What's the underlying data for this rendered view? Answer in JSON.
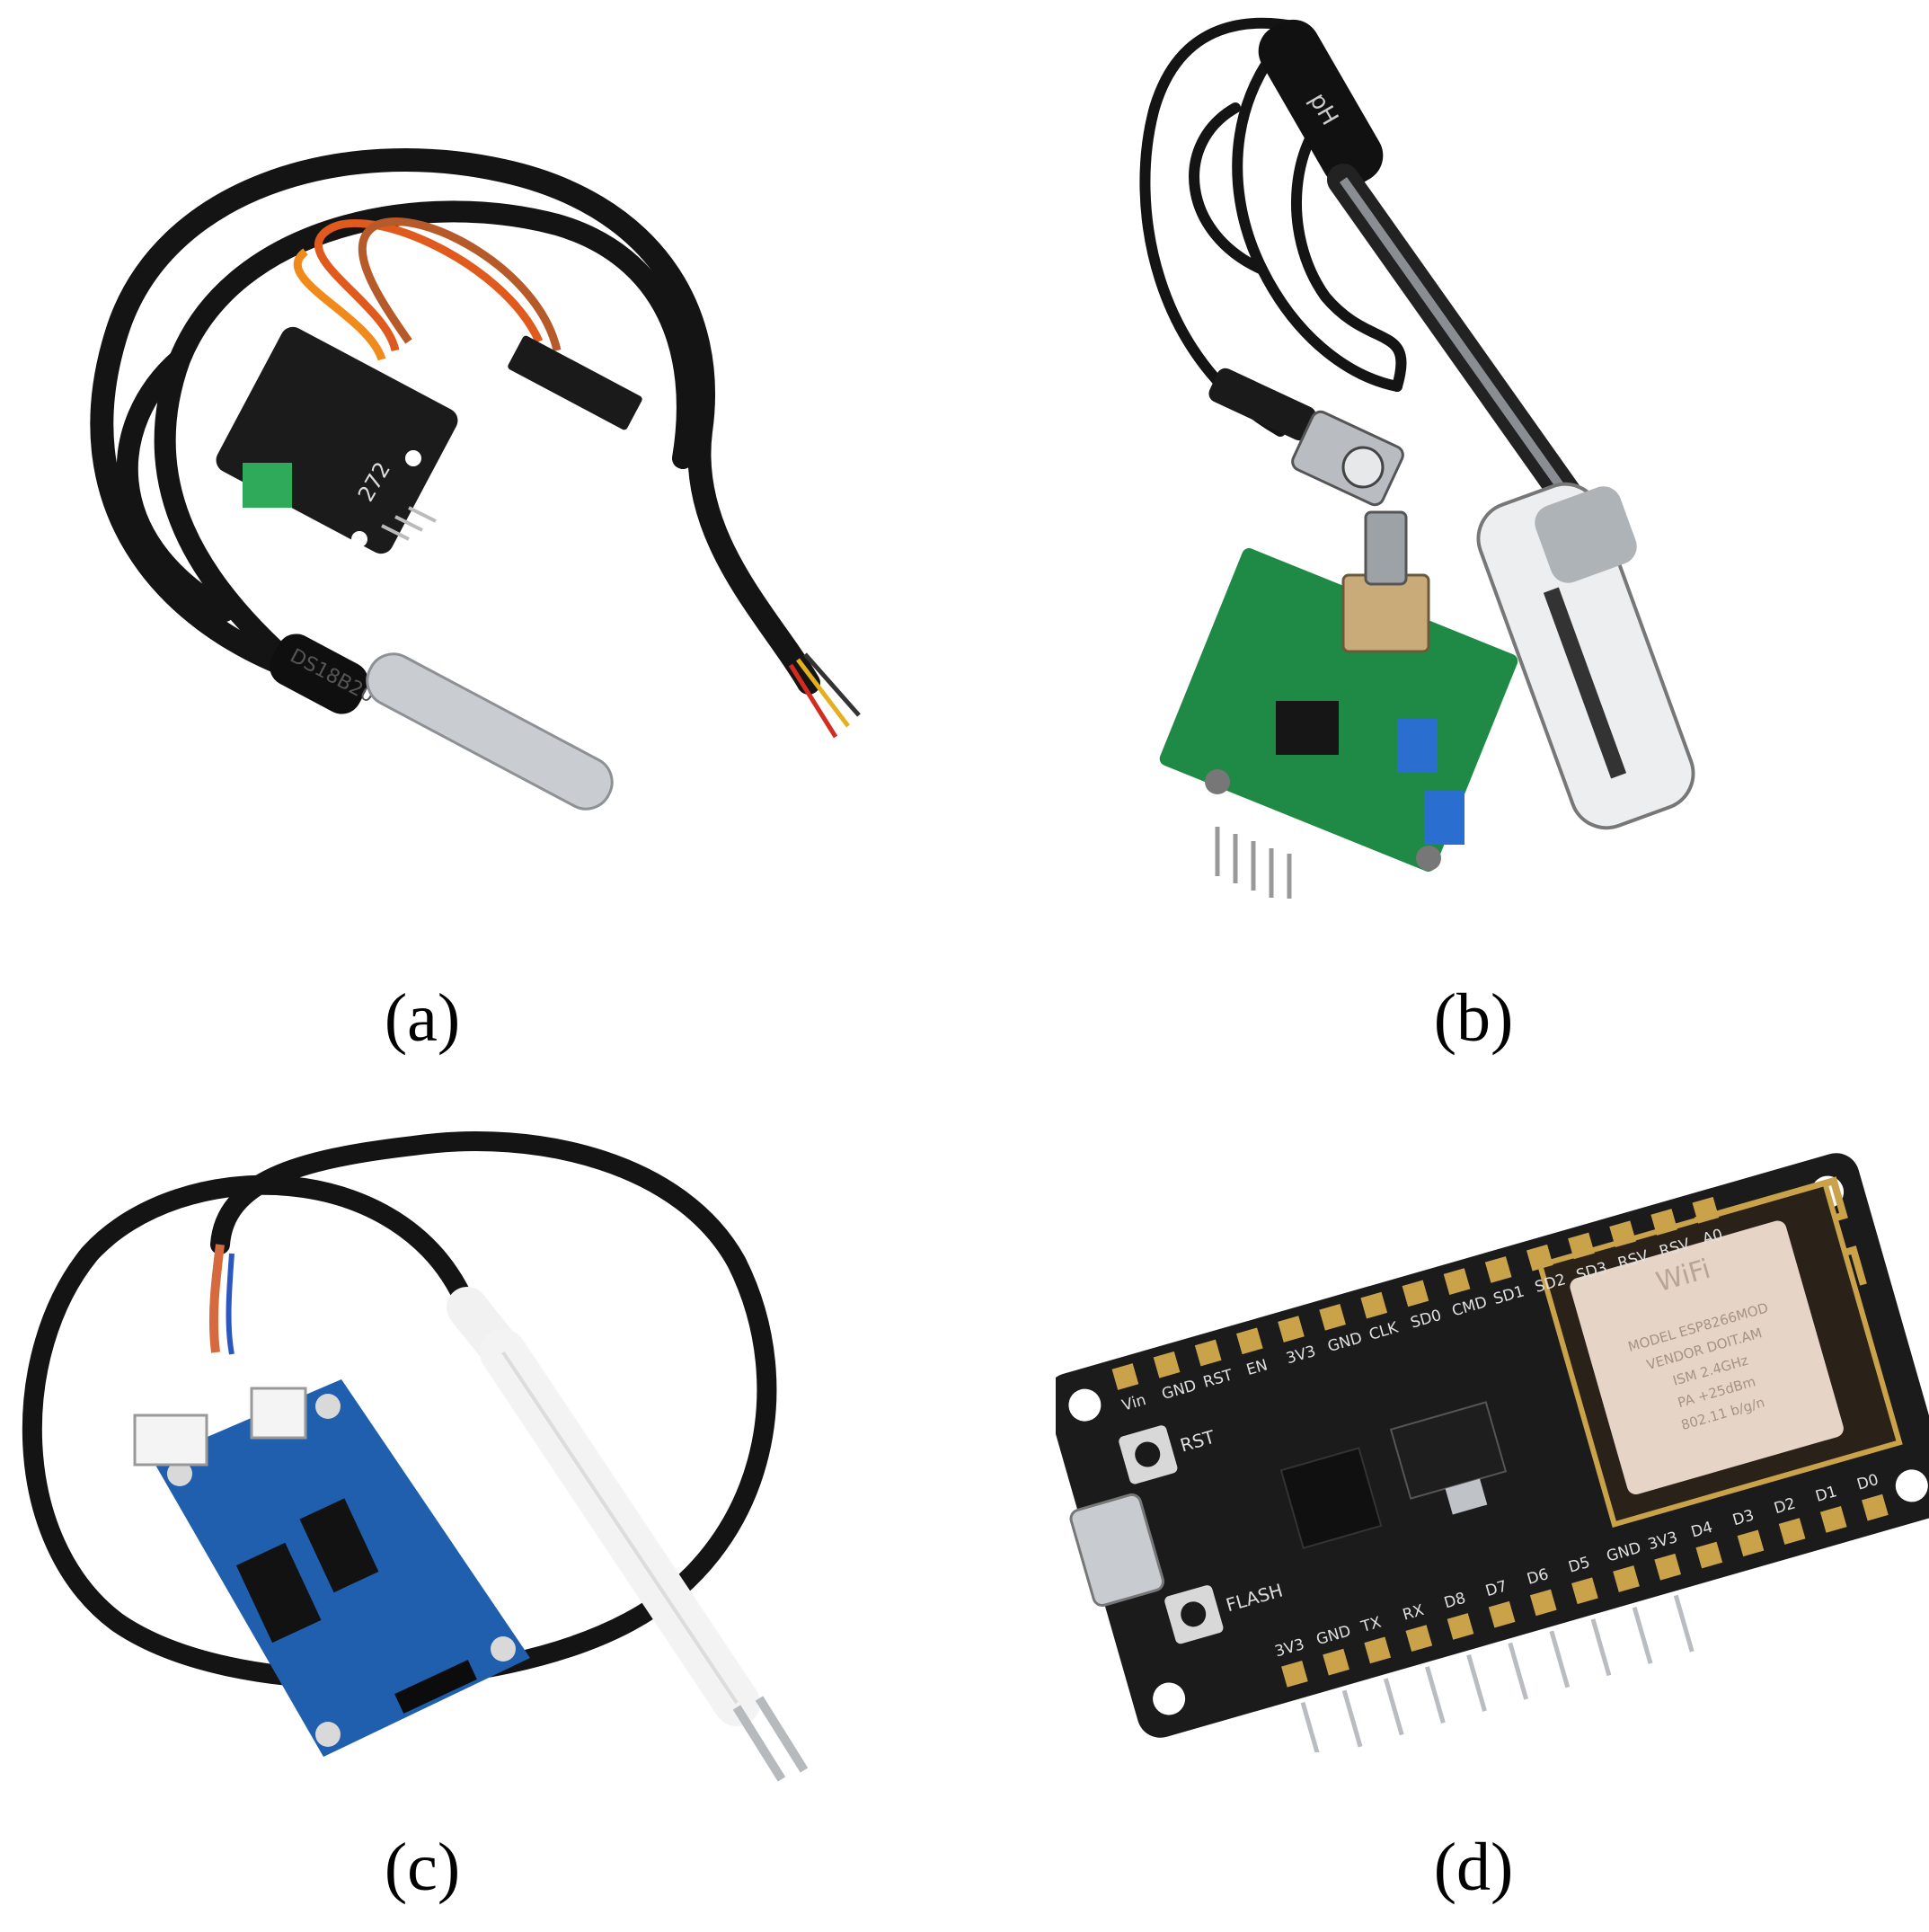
{
  "captions": {
    "a": "(a)",
    "b": "(b)",
    "c": "(c)",
    "d": "(d)"
  },
  "panel_a": {
    "probe_text": "DS18B20",
    "module_text": "272"
  },
  "panel_b": {
    "probe_text": "pH"
  },
  "panel_d": {
    "top_pins": [
      "Vin",
      "GND",
      "RST",
      "EN",
      "3V3",
      "GND",
      "CLK",
      "SD0",
      "CMD",
      "SD1",
      "SD2",
      "SD3",
      "RSV",
      "RSV",
      "A0"
    ],
    "bottom_pins": [
      "3V3",
      "GND",
      "TX",
      "RX",
      "D8",
      "D7",
      "D6",
      "D5",
      "GND",
      "3V3",
      "D4",
      "D3",
      "D2",
      "D1",
      "D0"
    ],
    "button_rst": "RST",
    "button_flash": "FLASH",
    "shield_logo": "WiFi",
    "shield_lines": [
      "MODEL   ESP8266MOD",
      "VENDOR   DOIT.AM",
      "ISM  2.4GHz",
      "PA  +25dBm",
      "802.11 b/g/n"
    ]
  },
  "colors": {
    "cable": "#141414",
    "pcb_green": "#1f8a45",
    "pcb_blue": "#1f5fae",
    "pcb_black": "#1b1b1b",
    "steel": "#c9ccd0",
    "gold": "#c9a24a"
  }
}
